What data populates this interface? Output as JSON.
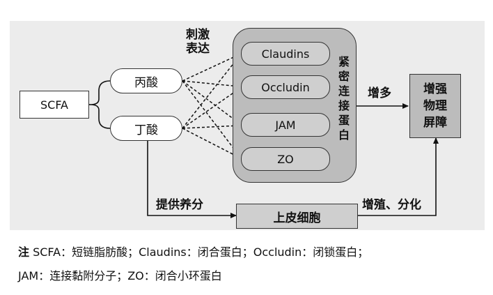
{
  "nodes": {
    "scfa": "SCFA",
    "propionate": "丙酸",
    "butyrate": "丁酸",
    "claudins": "Claudins",
    "occludin": "Occludin",
    "jam": "JAM",
    "zo": "ZO",
    "tight_junction_chars": [
      "紧",
      "密",
      "连",
      "接",
      "蛋",
      "白"
    ],
    "barrier_lines": [
      "增强",
      "物理",
      "屏障"
    ],
    "epithelium": "上皮细胞"
  },
  "edge_labels": {
    "stimulate_lines": [
      "刺激",
      "表达"
    ],
    "increase": "增多",
    "nutrition": "提供养分",
    "proliferate": "增殖、分化"
  },
  "notes": {
    "prefix": "注",
    "line1": " SCFA：短链脂肪酸；Claudins：闭合蛋白；Occludin：闭锁蛋白；",
    "line2": "JAM：连接黏附分子；ZO：闭合小环蛋白"
  }
}
